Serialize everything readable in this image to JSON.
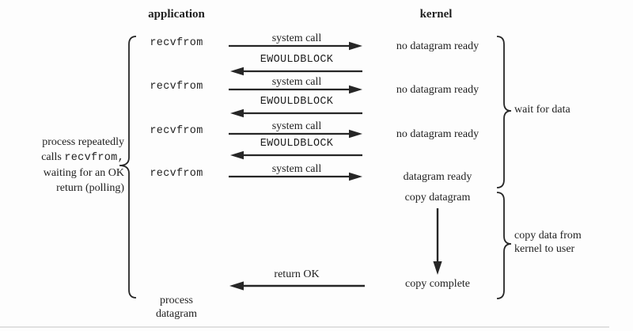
{
  "diagram": {
    "headers": {
      "left": "application",
      "right": "kernel"
    },
    "polling_note": {
      "line1": "process repeatedly",
      "line2_prefix": "calls ",
      "line2_code": "recvfrom,",
      "line3": "waiting for an OK",
      "line4": "return (polling)"
    },
    "rows": [
      {
        "app": "recvfrom",
        "call": "system call",
        "kernel": "no datagram ready",
        "reply": "EWOULDBLOCK"
      },
      {
        "app": "recvfrom",
        "call": "system call",
        "kernel": "no datagram ready",
        "reply": "EWOULDBLOCK"
      },
      {
        "app": "recvfrom",
        "call": "system call",
        "kernel": "no datagram ready",
        "reply": "EWOULDBLOCK"
      },
      {
        "app": "recvfrom",
        "call": "system call",
        "kernel": "datagram ready"
      }
    ],
    "kernel_steps": {
      "copy_datagram": "copy datagram",
      "copy_complete": "copy complete"
    },
    "return_label": "return OK",
    "braces": {
      "wait": "wait for data",
      "copy_line1": "copy data from",
      "copy_line2": "kernel to user"
    },
    "process_result": {
      "line1": "process",
      "line2": "datagram"
    }
  },
  "colors": {
    "ink": "#1f1f1f",
    "line": "#262626",
    "artifact": "#c9c9c9",
    "background": "#fdfdfd"
  }
}
